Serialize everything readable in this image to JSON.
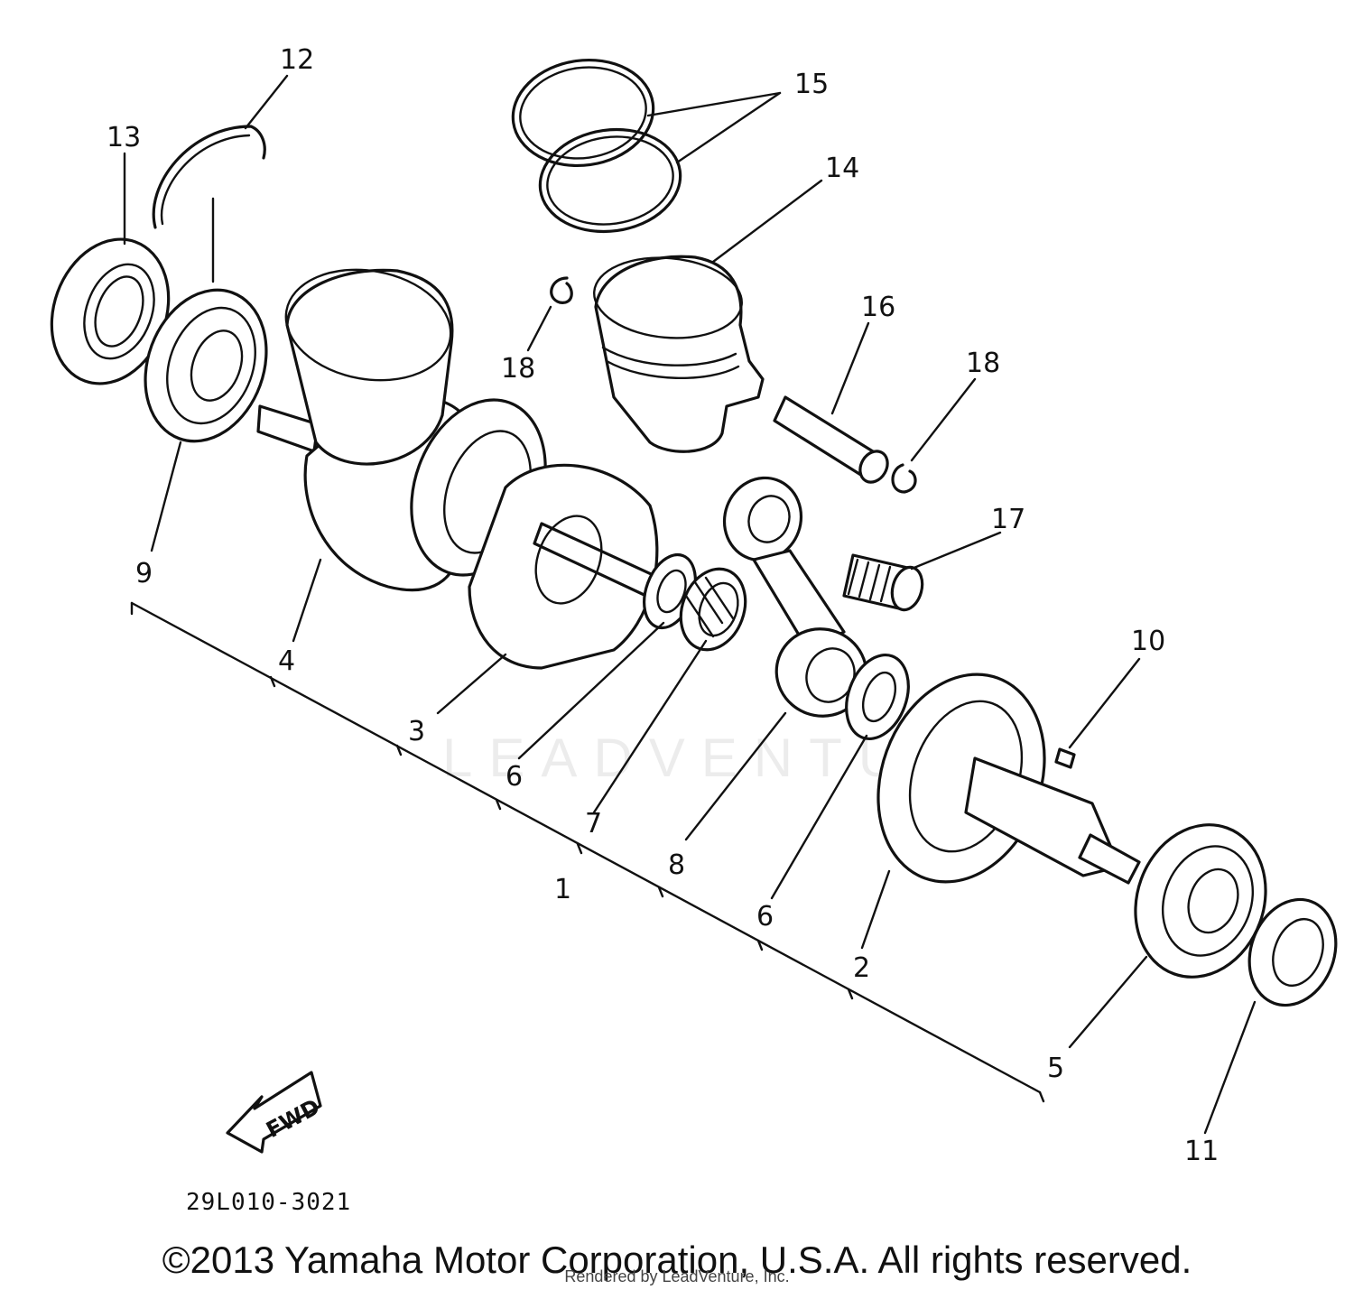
{
  "diagram": {
    "callouts": {
      "c1": "1",
      "c2": "2",
      "c3": "3",
      "c4": "4",
      "c5": "5",
      "c6a": "6",
      "c6b": "6",
      "c7": "7",
      "c8": "8",
      "c9": "9",
      "c10": "10",
      "c11": "11",
      "c12": "12",
      "c13": "13",
      "c14": "14",
      "c15": "15",
      "c16": "16",
      "c17": "17",
      "c18a": "18",
      "c18b": "18"
    },
    "fwd_label": "FWD",
    "drawing_code": "29L010-3021",
    "watermark": "LEADVENTURE"
  },
  "footer": {
    "copyright": "©2013 Yamaha Motor Corporation, U.S.A. All rights reserved.",
    "rendered_by": "Rendered by LeadVenture, Inc."
  }
}
